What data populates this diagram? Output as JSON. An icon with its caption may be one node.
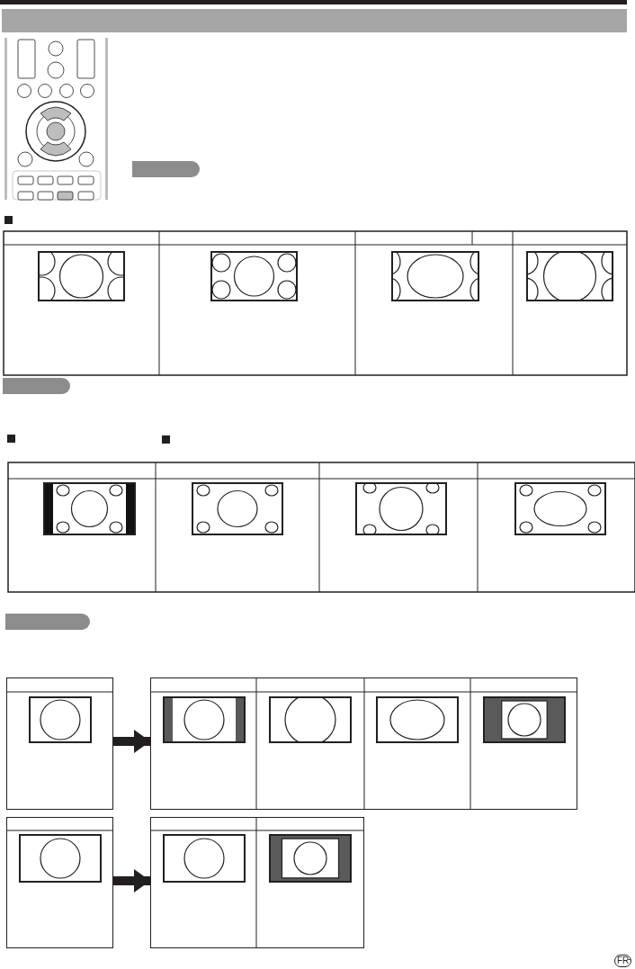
{
  "diagram": {
    "nodes": [
      {
        "text": [],
        "shape": "bar"
      },
      {
        "text": [],
        "shape": "bar"
      },
      {
        "text": [],
        "shape": "bar"
      },
      {
        "text": [],
        "shape": "box"
      },
      {
        "text": [],
        "shape": "box"
      },
      {
        "text": [],
        "shape": "box"
      },
      {
        "text": [],
        "shape": "box"
      }
    ],
    "edges": [
      {
        "from": 3,
        "to": 4,
        "arrow": "to"
      },
      {
        "from": 5,
        "to": 6,
        "arrow": "to"
      }
    ],
    "labels": [
      "FR",
      "-"
    ]
  }
}
